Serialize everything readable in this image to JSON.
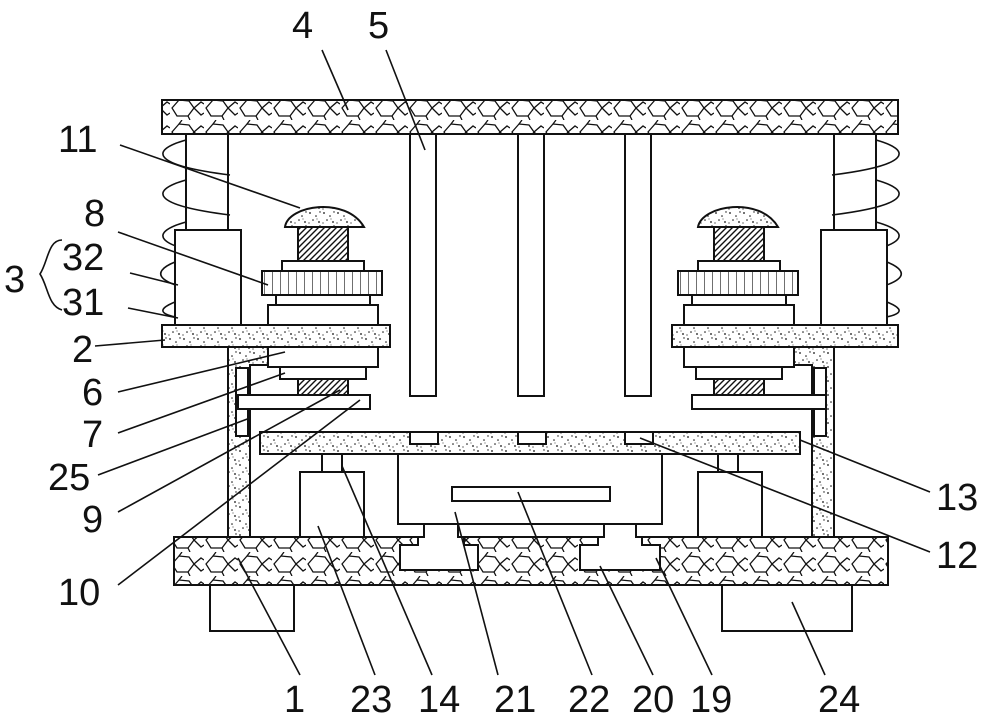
{
  "figure": {
    "ink": "#111111",
    "background": "#ffffff"
  },
  "labels": {
    "l4": "4",
    "l5": "5",
    "l11": "11",
    "l8": "8",
    "l3": "3",
    "l32": "32",
    "l31": "31",
    "l2": "2",
    "l6": "6",
    "l7": "7",
    "l25": "25",
    "l9": "9",
    "l10": "10",
    "l13": "13",
    "l12": "12",
    "l1": "1",
    "l23": "23",
    "l14": "14",
    "l21": "21",
    "l22": "22",
    "l20": "20",
    "l19": "19",
    "l24": "24"
  }
}
